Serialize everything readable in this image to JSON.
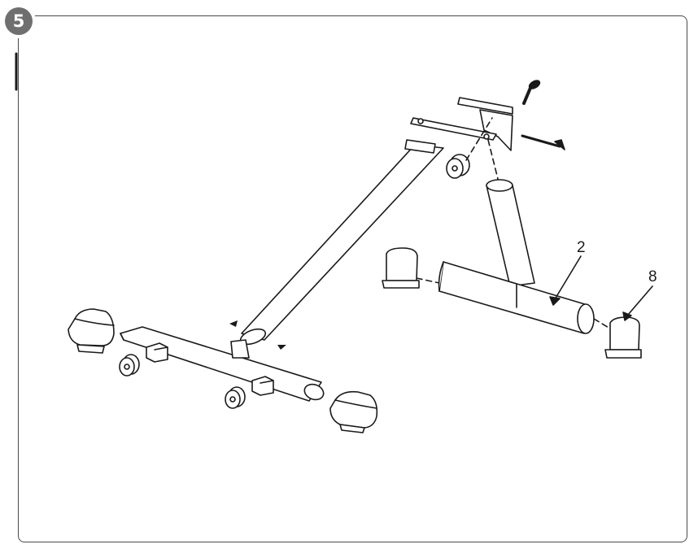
{
  "step": {
    "number": "5"
  },
  "callouts": {
    "tube": "2",
    "foot_cap": "8"
  },
  "colors": {
    "badge": "#6f6f6f",
    "line": "#1a1a1a",
    "frame": "#4a4a4a"
  }
}
